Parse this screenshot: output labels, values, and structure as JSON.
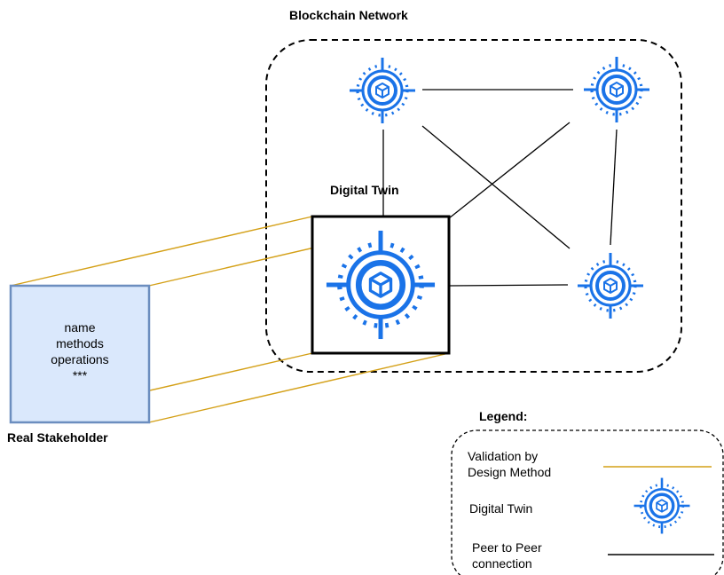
{
  "network": {
    "title": "Blockchain Network"
  },
  "digital_twin": {
    "title": "Digital Twin"
  },
  "stakeholder": {
    "title": "Real Stakeholder",
    "attributes": [
      "name",
      "methods",
      "operations",
      "***"
    ]
  },
  "legend": {
    "title": "Legend:",
    "validation_line1": "Validation by",
    "validation_line2": "Design Method",
    "twin_label": "Digital Twin",
    "p2p_line1": "Peer to Peer",
    "p2p_line2": "connection"
  },
  "colors": {
    "node_blue": "#1a73e8",
    "validation_line": "#d4a017",
    "stakeholder_fill": "#dae8fc",
    "stakeholder_border": "#6c8ebf"
  },
  "icons": [
    "digital-twin-node-icon",
    "cube-icon"
  ]
}
